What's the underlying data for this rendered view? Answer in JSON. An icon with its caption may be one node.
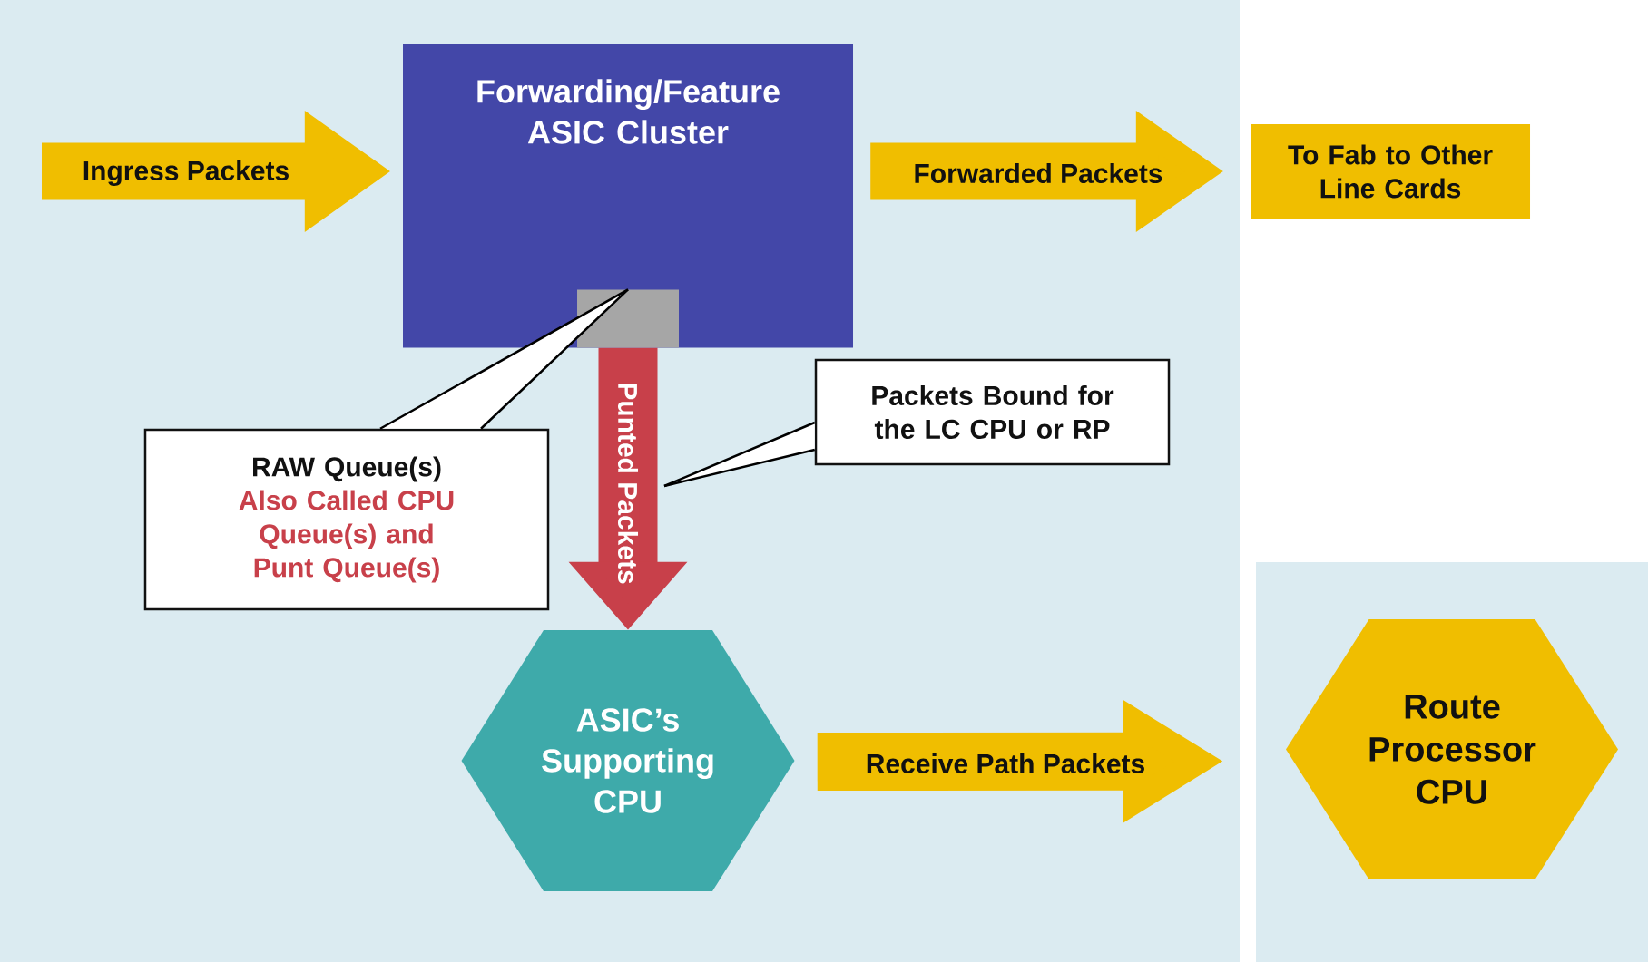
{
  "diagram": {
    "nodes": [
      {
        "text": [
          "Forwarding/Feature ASIC Cluster"
        ]
      },
      {
        "text": [],
        "shape": "box",
        "in": 0
      },
      {
        "text": [
          "To Fab to Other Line Cards"
        ]
      },
      {
        "text": [
          "Packets Bound for the LC CPU or RP"
        ]
      },
      {
        "text": [
          "RAW Queue(s)",
          "Also Called CPU Queue(s) and Punt Queue(s)"
        ]
      },
      {
        "text": [
          "ASIC’s Supporting CPU"
        ]
      },
      {
        "text": [
          "Route Processor CPU"
        ]
      }
    ],
    "edges": [
      {
        "from": null,
        "to": 0,
        "arrow": "to",
        "label": "Ingress Packets"
      },
      {
        "from": 0,
        "to": 2,
        "arrow": "to",
        "label": "Forwarded Packets"
      },
      {
        "from": 0,
        "to": 5,
        "arrow": "to",
        "label": "Punted Packets",
        "color": "#c8404a"
      },
      {
        "from": 5,
        "to": 6,
        "arrow": "to",
        "label": "Receive Path Packets"
      },
      {
        "from": 4,
        "to": 1,
        "arrow": "none",
        "color": "#000000"
      },
      {
        "from": 3,
        "to": null,
        "arrow": "none",
        "color": "#000000"
      }
    ]
  }
}
